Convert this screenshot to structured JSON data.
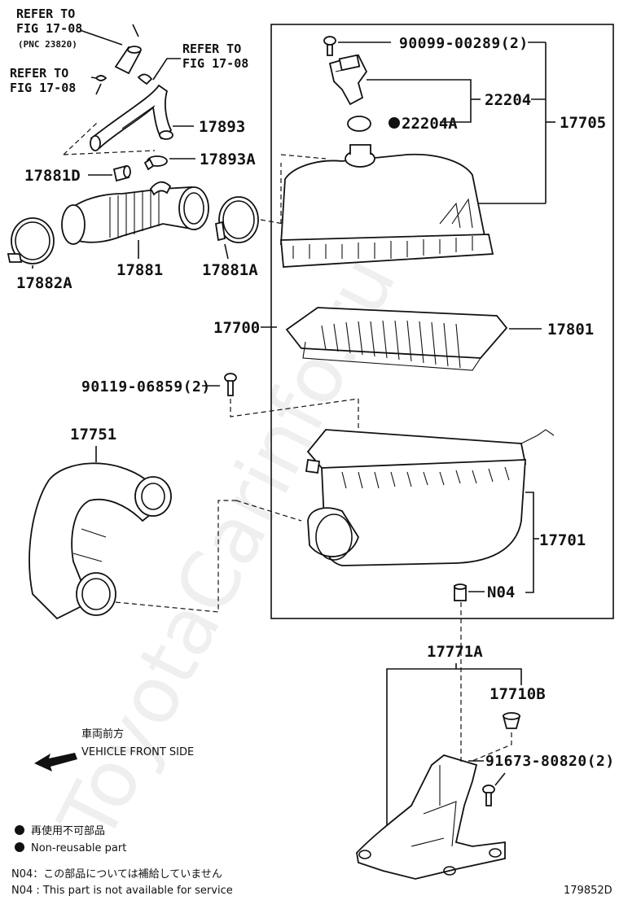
{
  "watermark": "ToyotaCarinfo.ru",
  "refs": {
    "top_left_1": "REFER TO",
    "top_left_2": "FIG 17-08",
    "top_left_pnc": "(PNC 23820)",
    "mid_left_1": "REFER TO",
    "mid_left_2": "FIG 17-08",
    "right_1": "REFER TO",
    "right_2": "FIG 17-08"
  },
  "parts": {
    "p90099": "90099-00289(2)",
    "p22204": "22204",
    "p22204A": "22204A",
    "p17705": "17705",
    "p17893": "17893",
    "p17893A": "17893A",
    "p17881D": "17881D",
    "p17881": "17881",
    "p17881A": "17881A",
    "p17882A": "17882A",
    "p17700": "17700",
    "p17801": "17801",
    "p90119": "90119-06859(2)",
    "p17751": "17751",
    "p17701": "17701",
    "pN04": "N04",
    "p17771A": "17771A",
    "p17710B": "17710B",
    "p91673": "91673-80820(2)"
  },
  "direction": {
    "jp": "車両前方",
    "en": "VEHICLE FRONT SIDE"
  },
  "legend": {
    "nonreusable_jp": "再使用不可部品",
    "nonreusable_en": "Non-reusable part",
    "n04_jp": "N04：この部品については補給していません",
    "n04_en": "N04 : This part is not available for service"
  },
  "figure_id": "179852D"
}
